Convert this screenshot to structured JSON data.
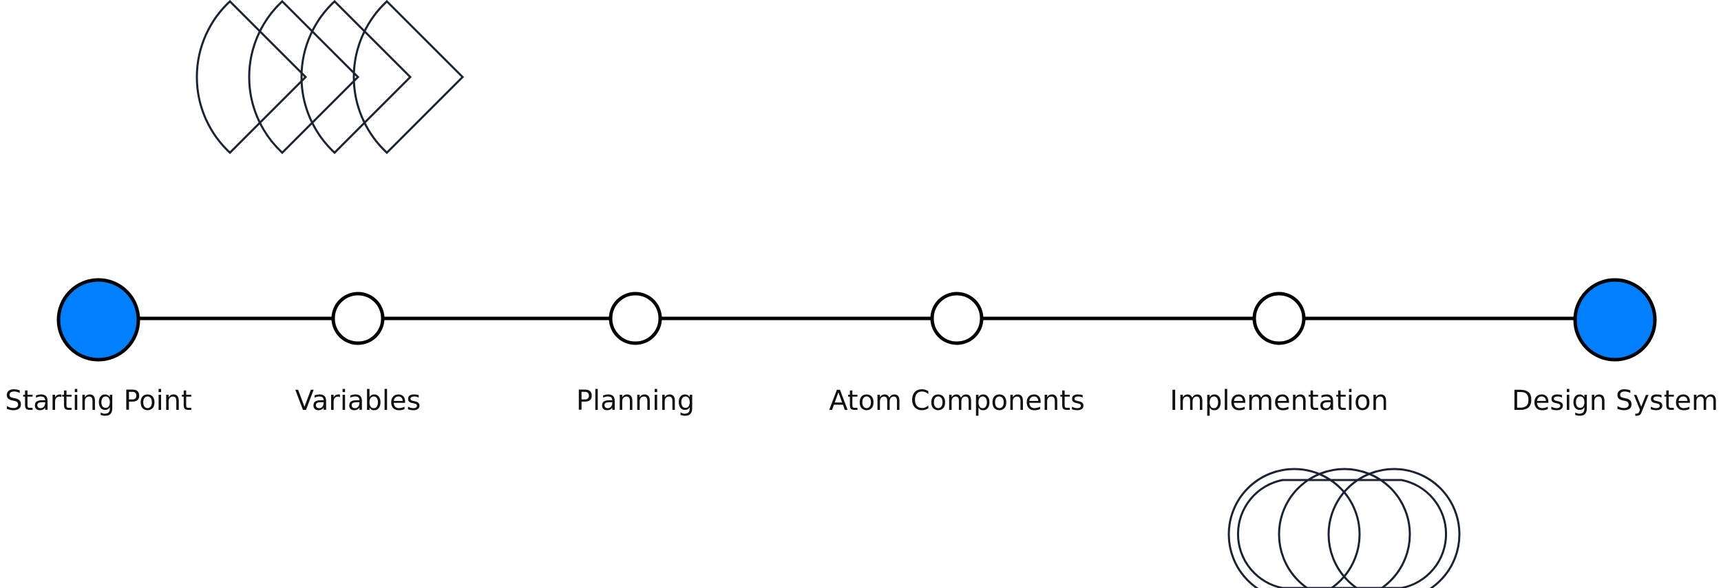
{
  "colors": {
    "background": "#ffffff",
    "line": "#000000",
    "endpoint_fill": "#0080ff",
    "node_fill": "#ffffff",
    "decor_stroke": "#1a2233"
  },
  "timeline": {
    "nodes": [
      {
        "label": "Starting Point",
        "kind": "endpoint"
      },
      {
        "label": "Variables",
        "kind": "step"
      },
      {
        "label": "Planning",
        "kind": "step"
      },
      {
        "label": "Atom Components",
        "kind": "step"
      },
      {
        "label": "Implementation",
        "kind": "step"
      },
      {
        "label": "Design System",
        "kind": "endpoint"
      }
    ]
  },
  "decorations": {
    "top_left": "chevron-stack-icon",
    "bottom_right": "overlapping-circles-icon"
  }
}
